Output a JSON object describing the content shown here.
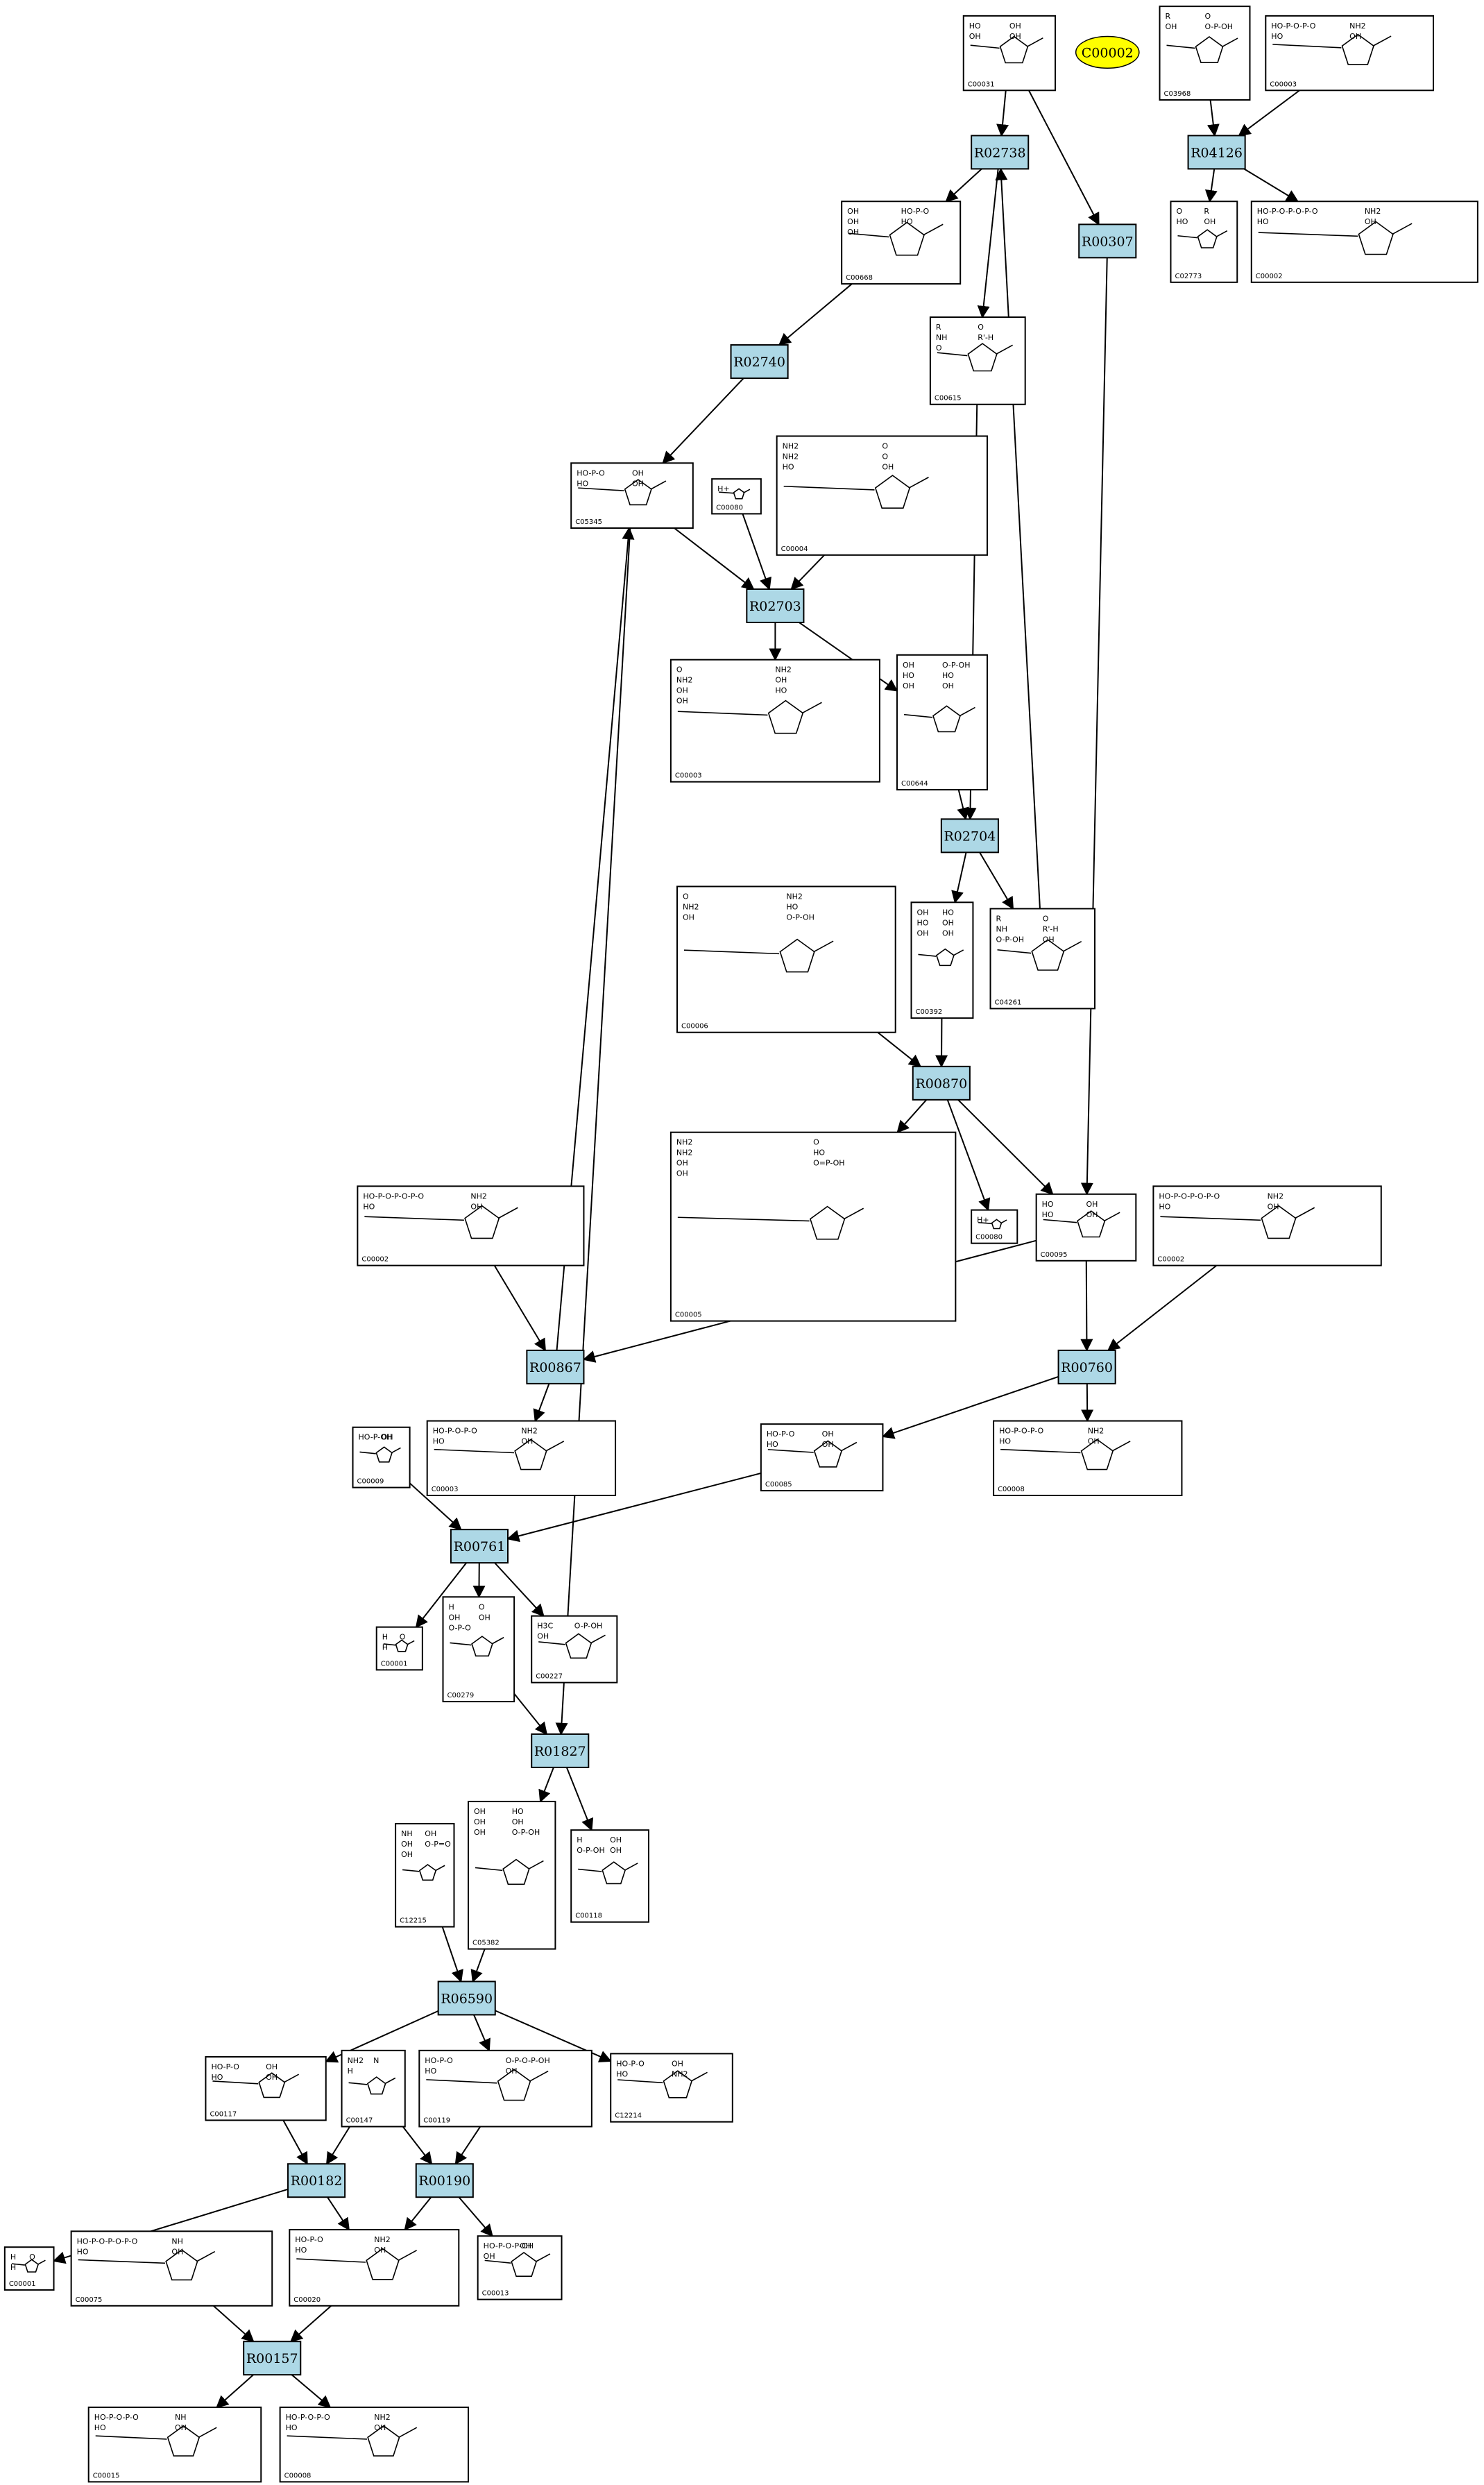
{
  "highlight": {
    "label": "C00002",
    "color": "#ffff00"
  },
  "colors": {
    "reaction_fill": "#add8e6",
    "compound_fill": "#ffffff",
    "stroke": "#000000"
  },
  "reactions": [
    {
      "id": "R02738",
      "label": "R02738"
    },
    {
      "id": "R00307",
      "label": "R00307"
    },
    {
      "id": "R04126",
      "label": "R04126"
    },
    {
      "id": "R02740",
      "label": "R02740"
    },
    {
      "id": "R02703",
      "label": "R02703"
    },
    {
      "id": "R02704",
      "label": "R02704"
    },
    {
      "id": "R00870",
      "label": "R00870"
    },
    {
      "id": "R00867",
      "label": "R00867"
    },
    {
      "id": "R00760",
      "label": "R00760"
    },
    {
      "id": "R00761",
      "label": "R00761"
    },
    {
      "id": "R01827",
      "label": "R01827"
    },
    {
      "id": "R06590",
      "label": "R06590"
    },
    {
      "id": "R00182",
      "label": "R00182"
    },
    {
      "id": "R00190",
      "label": "R00190"
    },
    {
      "id": "R00157",
      "label": "R00157"
    }
  ],
  "compounds": [
    {
      "id": "c00031",
      "label": "C00031",
      "glyph": [
        "HO",
        "OH",
        "OH",
        "OH"
      ]
    },
    {
      "id": "c03968",
      "label": "C03968",
      "glyph": [
        "R",
        "O",
        "OH",
        "O-P-OH"
      ]
    },
    {
      "id": "c00003a",
      "label": "C00003",
      "glyph": [
        "HO-P-O-P-O",
        "NH2",
        "HO",
        "OH"
      ]
    },
    {
      "id": "c00668",
      "label": "C00668",
      "glyph": [
        "OH",
        "HO-P-O",
        "OH",
        "HO",
        "OH"
      ]
    },
    {
      "id": "c02773",
      "label": "C02773",
      "glyph": [
        "O",
        "R",
        "HO",
        "OH"
      ]
    },
    {
      "id": "c00002a",
      "label": "C00002",
      "glyph": [
        "HO-P-O-P-O-P-O",
        "NH2",
        "HO",
        "OH"
      ]
    },
    {
      "id": "c00615",
      "label": "C00615",
      "glyph": [
        "R",
        "O",
        "NH",
        "R'-H",
        "O"
      ]
    },
    {
      "id": "c05345",
      "label": "C05345",
      "glyph": [
        "HO-P-O",
        "OH",
        "HO",
        "OH"
      ]
    },
    {
      "id": "c00080a",
      "label": "C00080",
      "glyph": [
        "H+"
      ]
    },
    {
      "id": "c00004",
      "label": "C00004",
      "glyph": [
        "NH2",
        "O",
        "NH2",
        "O",
        "HO",
        "OH"
      ]
    },
    {
      "id": "c00003b",
      "label": "C00003",
      "glyph": [
        "O",
        "NH2",
        "NH2",
        "OH",
        "OH",
        "HO",
        "OH"
      ]
    },
    {
      "id": "c00644",
      "label": "C00644",
      "glyph": [
        "OH",
        "O-P-OH",
        "HO",
        "HO",
        "OH",
        "OH"
      ]
    },
    {
      "id": "c00006",
      "label": "C00006",
      "glyph": [
        "O",
        "NH2",
        "NH2",
        "HO",
        "OH",
        "O-P-OH"
      ]
    },
    {
      "id": "c00392",
      "label": "C00392",
      "glyph": [
        "OH",
        "HO",
        "HO",
        "OH",
        "OH",
        "OH"
      ]
    },
    {
      "id": "c04261",
      "label": "C04261",
      "glyph": [
        "R",
        "O",
        "NH",
        "R'-H",
        "O-P-OH",
        "OH"
      ]
    },
    {
      "id": "c00005",
      "label": "C00005",
      "glyph": [
        "NH2",
        "O",
        "NH2",
        "HO",
        "OH",
        "O=P-OH",
        "OH"
      ]
    },
    {
      "id": "c00080b",
      "label": "C00080",
      "glyph": [
        "H+"
      ]
    },
    {
      "id": "c00095",
      "label": "C00095",
      "glyph": [
        "HO",
        "OH",
        "HO",
        "OH"
      ]
    },
    {
      "id": "c00002b",
      "label": "C00002",
      "glyph": [
        "HO-P-O-P-O-P-O",
        "NH2",
        "HO",
        "OH"
      ]
    },
    {
      "id": "c00002c",
      "label": "C00002",
      "glyph": [
        "HO-P-O-P-O-P-O",
        "NH2",
        "HO",
        "OH"
      ]
    },
    {
      "id": "c00003c",
      "label": "C00003",
      "glyph": [
        "HO-P-O-P-O",
        "NH2",
        "HO",
        "OH"
      ]
    },
    {
      "id": "c00085",
      "label": "C00085",
      "glyph": [
        "HO-P-O",
        "OH",
        "HO",
        "OH"
      ]
    },
    {
      "id": "c00008",
      "label": "C00008",
      "glyph": [
        "HO-P-O-P-O",
        "NH2",
        "HO",
        "OH"
      ]
    },
    {
      "id": "c00009",
      "label": "C00009",
      "glyph": [
        "HO-P-OH",
        "OH"
      ]
    },
    {
      "id": "c00001a",
      "label": "C00001",
      "glyph": [
        "H",
        "O",
        "H"
      ]
    },
    {
      "id": "c00279",
      "label": "C00279",
      "glyph": [
        "H",
        "O",
        "OH",
        "OH",
        "O-P-O"
      ]
    },
    {
      "id": "c00227",
      "label": "C00227",
      "glyph": [
        "H3C",
        "O-P-OH",
        "OH"
      ]
    },
    {
      "id": "c12215",
      "label": "C12215",
      "glyph": [
        "NH",
        "OH",
        "OH",
        "O-P=O",
        "OH"
      ]
    },
    {
      "id": "c05382",
      "label": "C05382",
      "glyph": [
        "OH",
        "HO",
        "OH",
        "OH",
        "OH",
        "O-P-OH"
      ]
    },
    {
      "id": "c00118",
      "label": "C00118",
      "glyph": [
        "H",
        "OH",
        "O-P-OH",
        "OH"
      ]
    },
    {
      "id": "c00117",
      "label": "C00117",
      "glyph": [
        "HO-P-O",
        "OH",
        "HO",
        "OH"
      ]
    },
    {
      "id": "c00147",
      "label": "C00147",
      "glyph": [
        "NH2",
        "N",
        "H"
      ]
    },
    {
      "id": "c00119",
      "label": "C00119",
      "glyph": [
        "HO-P-O",
        "O-P-O-P-OH",
        "HO",
        "OH"
      ]
    },
    {
      "id": "c12214",
      "label": "C12214",
      "glyph": [
        "HO-P-O",
        "OH",
        "HO",
        "NH2"
      ]
    },
    {
      "id": "c00001b",
      "label": "C00001",
      "glyph": [
        "H",
        "O",
        "H"
      ]
    },
    {
      "id": "c00075",
      "label": "C00075",
      "glyph": [
        "HO-P-O-P-O-P-O",
        "NH",
        "HO",
        "OH"
      ]
    },
    {
      "id": "c00020",
      "label": "C00020",
      "glyph": [
        "HO-P-O",
        "NH2",
        "HO",
        "OH"
      ]
    },
    {
      "id": "c00013",
      "label": "C00013",
      "glyph": [
        "HO-P-O-P-OH",
        "OH",
        "OH"
      ]
    },
    {
      "id": "c00015",
      "label": "C00015",
      "glyph": [
        "HO-P-O-P-O",
        "NH",
        "HO",
        "OH"
      ]
    },
    {
      "id": "c00008b",
      "label": "C00008",
      "glyph": [
        "HO-P-O-P-O",
        "NH2",
        "HO",
        "OH"
      ]
    }
  ]
}
